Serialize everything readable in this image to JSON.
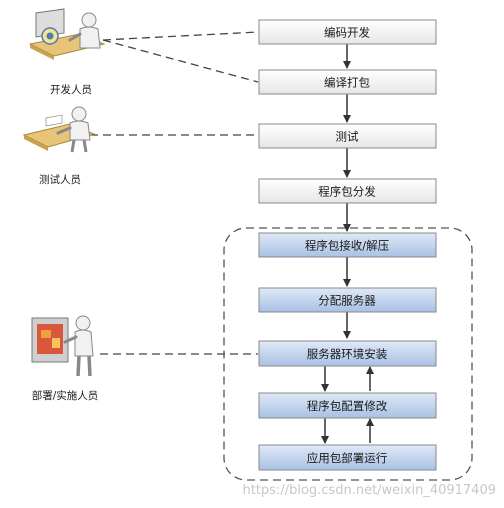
{
  "steps": [
    "编码开发",
    "编译打包",
    "测试",
    "程序包分发",
    "程序包接收/解压",
    "分配服务器",
    "服务器环境安装",
    "程序包配置修改",
    "应用包部署运行"
  ],
  "roles": {
    "developer": "开发人员",
    "tester": "测试人员",
    "deployer": "部署/实施人员"
  },
  "watermark": "https://blog.csdn.net/weixin_40917409",
  "colors": {
    "box_stroke": "#8a8a8a",
    "white_fill_top": "#ffffff",
    "white_fill_bottom": "#e8e8e8",
    "blue_fill_top": "#d6e4f5",
    "blue_fill_bottom": "#a7c0e3",
    "arrow": "#333333",
    "dashed_line": "#444444"
  }
}
